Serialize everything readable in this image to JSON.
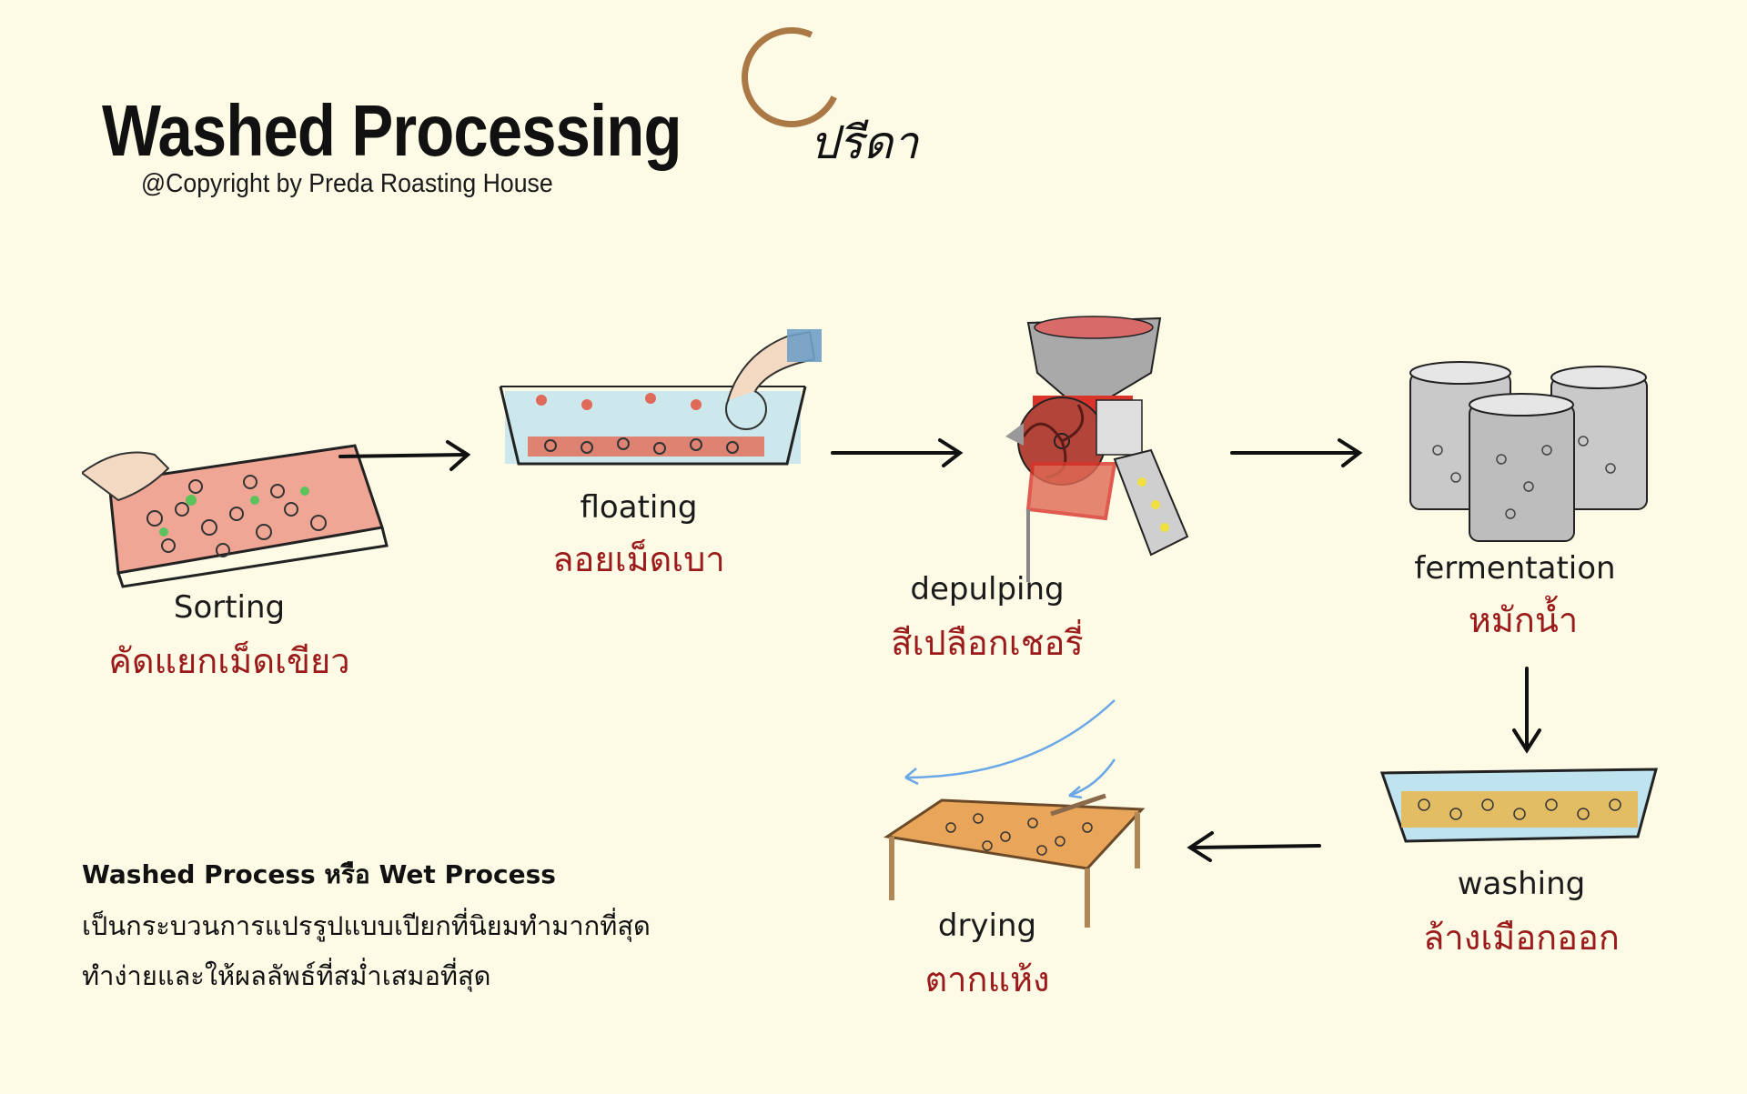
{
  "header": {
    "title": "Washed Processing",
    "copyright": "@Copyright by Preda Roasting House",
    "logo_text": "ปรีดา",
    "logo_ring_color": "#a26b34"
  },
  "steps": [
    {
      "id": "sorting",
      "en": "Sorting",
      "th": "คัดแยกเม็ดเขียว",
      "icon": "sorting-tray-icon"
    },
    {
      "id": "floating",
      "en": "floating",
      "th": "ลอยเม็ดเบา",
      "icon": "floating-tank-icon"
    },
    {
      "id": "depulping",
      "en": "depulping",
      "th": "สีเปลือกเชอรี่",
      "icon": "depulper-machine-icon"
    },
    {
      "id": "fermentation",
      "en": "fermentation",
      "th": "หมักน้ำ",
      "icon": "fermentation-tanks-icon"
    },
    {
      "id": "washing",
      "en": "washing",
      "th": "ล้างเมือกออก",
      "icon": "washing-basin-icon"
    },
    {
      "id": "drying",
      "en": "drying",
      "th": "ตากแห้ง",
      "icon": "drying-bed-icon"
    }
  ],
  "description": {
    "heading": "Washed Process หรือ Wet Process",
    "lines": [
      "เป็นกระบวนการแปรรูปแบบเปียกที่นิยมทำมากที่สุด",
      "ทำง่ายและให้ผลลัพธ์ที่สม่ำเสมอที่สุด"
    ]
  },
  "colors": {
    "background": "#fdfbe6",
    "thai_label": "#9b1a1a",
    "english_label": "#1a1a1a",
    "cherry_red": "#d9584a",
    "machine_red": "#d9332a",
    "water_blue": "#bfe3ef",
    "steel_gray": "#b9b9b9",
    "bean_yellow": "#e9b64a",
    "wood_brown": "#b08858",
    "wind_blue": "#6aa7e6"
  }
}
